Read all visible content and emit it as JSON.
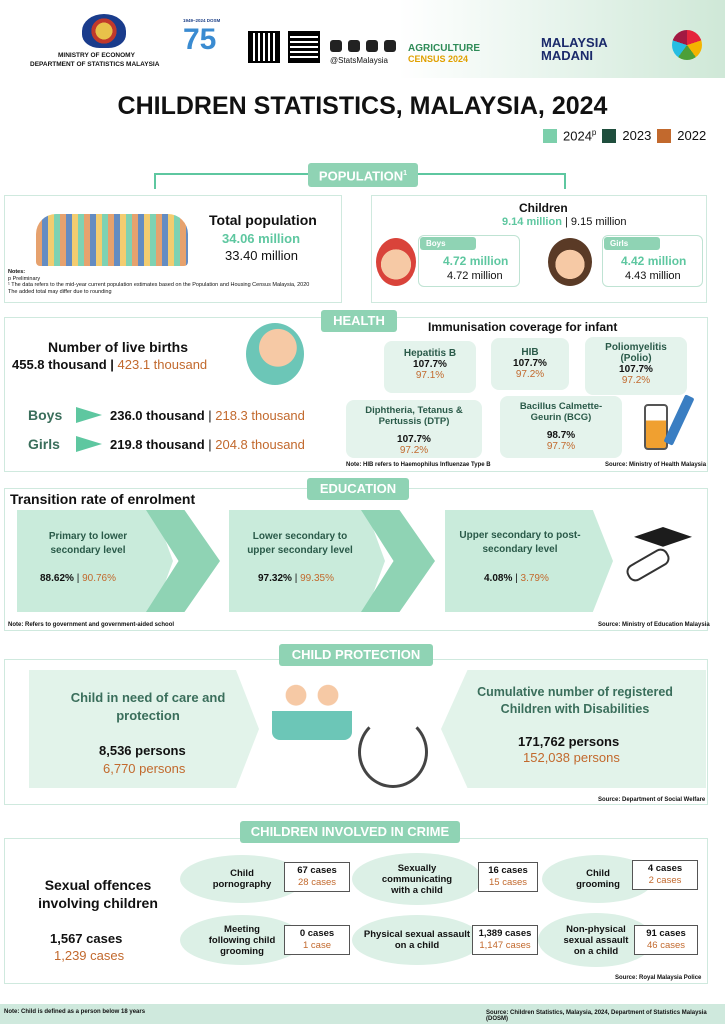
{
  "header": {
    "ministry": "MINISTRY OF ECONOMY",
    "department": "DEPARTMENT OF STATISTICS MALAYSIA",
    "handle": "@StatsMalaysia",
    "agri_line1": "AGRICULTURE",
    "agri_line2": "CENSUS 2024",
    "madani_line1": "MALAYSIA",
    "madani_line2": "MADANI",
    "dosm_years": "1949–2024 DOSM",
    "dosm_num": "75"
  },
  "title": "CHILDREN STATISTICS, MALAYSIA, 2024",
  "legend": [
    {
      "label": "2024",
      "sup": "p",
      "color": "#7ccfab"
    },
    {
      "label": "2023",
      "color": "#1f4e3d"
    },
    {
      "label": "2022",
      "color": "#c2692d"
    }
  ],
  "population": {
    "pill": "POPULATION",
    "pill_sup": "1",
    "total_label": "Total population",
    "total_2024": "34.06 million",
    "total_2023": "33.40 million",
    "notes_title": "Notes:",
    "note_p": "p Preliminary",
    "note_1": "¹ The data refers to the mid-year current population estimates based on the Population and Housing Census Malaysia, 2020",
    "note_2": "The added total may differ due to rounding",
    "children_label": "Children",
    "children_2024": "9.14 million",
    "children_2023": "9.15 million",
    "boys_label": "Boys",
    "boys_2024": "4.72 million",
    "boys_2023": "4.72 million",
    "girls_label": "Girls",
    "girls_2024": "4.42 million",
    "girls_2023": "4.43 million"
  },
  "health": {
    "pill": "HEALTH",
    "births_label": "Number of live births",
    "births_2024": "455.8 thousand",
    "births_2022": "423.1 thousand",
    "boys_label": "Boys",
    "boys_2024": "236.0 thousand",
    "boys_2022": "218.3 thousand",
    "girls_label": "Girls",
    "girls_2024": "219.8 thousand",
    "girls_2022": "204.8 thousand",
    "immun_title": "Immunisation coverage for infant",
    "vaccines": [
      {
        "name": "Hepatitis B",
        "v2024": "107.7%",
        "v2022": "97.1%"
      },
      {
        "name": "HIB",
        "v2024": "107.7%",
        "v2022": "97.2%"
      },
      {
        "name": "Poliomyelitis (Polio)",
        "v2024": "107.7%",
        "v2022": "97.2%"
      },
      {
        "name": "Diphtheria, Tetanus & Pertussis (DTP)",
        "v2024": "107.7%",
        "v2022": "97.2%"
      },
      {
        "name": "Bacillus Calmette-Geurin (BCG)",
        "v2024": "98.7%",
        "v2022": "97.7%"
      }
    ],
    "note": "Note: HIB refers to Haemophilus Influenzae Type B",
    "source": "Source: Ministry of Health Malaysia"
  },
  "education": {
    "pill": "EDUCATION",
    "title": "Transition rate of enrolment",
    "stages": [
      {
        "label": "Primary to lower secondary level",
        "v2024": "88.62%",
        "v2022": "90.76%"
      },
      {
        "label": "Lower secondary to upper secondary level",
        "v2024": "97.32%",
        "v2022": "99.35%"
      },
      {
        "label": "Upper secondary to post-secondary level",
        "v2024": "4.08%",
        "v2022": "3.79%"
      }
    ],
    "note": "Note: Refers to government and government-aided school",
    "source": "Source: Ministry of Education Malaysia"
  },
  "protection": {
    "pill": "CHILD PROTECTION",
    "care_label": "Child in need of care and protection",
    "care_2024": "8,536 persons",
    "care_2022": "6,770 persons",
    "disab_label": "Cumulative number of registered Children with Disabilities",
    "disab_2024": "171,762 persons",
    "disab_2022": "152,038 persons",
    "source": "Source: Department of Social Welfare"
  },
  "crime": {
    "pill": "CHILDREN INVOLVED IN CRIME",
    "title": "Sexual offences involving children",
    "total_2024": "1,567 cases",
    "total_2022": "1,239 cases",
    "items": [
      {
        "label": "Child pornography",
        "v2024": "67 cases",
        "v2022": "28 cases"
      },
      {
        "label": "Sexually communicating with a child",
        "v2024": "16 cases",
        "v2022": "15 cases"
      },
      {
        "label": "Child grooming",
        "v2024": "4 cases",
        "v2022": "2 cases"
      },
      {
        "label": "Meeting following child grooming",
        "v2024": "0 cases",
        "v2022": "1 case"
      },
      {
        "label": "Physical sexual assault on a child",
        "v2024": "1,389 cases",
        "v2022": "1,147 cases"
      },
      {
        "label": "Non-physical sexual assault on a child",
        "v2024": "91 cases",
        "v2022": "46 cases"
      }
    ],
    "source": "Source: Royal Malaysia Police"
  },
  "footer": {
    "note": "Note: Child is defined as a person below 18 years",
    "source": "Source: Children Statistics, Malaysia, 2024, Department of Statistics Malaysia (DOSM)"
  }
}
